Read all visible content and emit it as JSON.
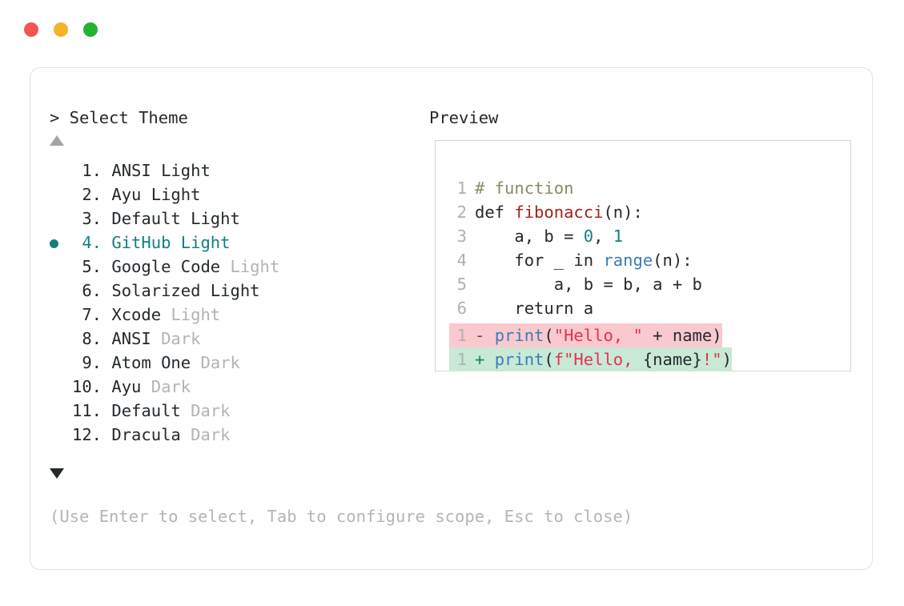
{
  "window": {
    "dots": [
      {
        "name": "close-dot",
        "color": "#f1564f"
      },
      {
        "name": "minimize-dot",
        "color": "#f5b32a"
      },
      {
        "name": "maximize-dot",
        "color": "#22b431"
      }
    ]
  },
  "panel": {
    "prompt_header": "> Select Theme",
    "preview_header": "Preview",
    "scroll_up_glyph": "▲",
    "scroll_down_glyph": "▼",
    "footer_hint": "(Use Enter to select, Tab to configure scope, Esc to close)",
    "selected_index": 4,
    "selection_bullet": "●"
  },
  "themes": [
    {
      "num": " 1. ",
      "name": "ANSI",
      "variant": "Light",
      "variant_dim": false,
      "selected": false
    },
    {
      "num": " 2. ",
      "name": "Ayu",
      "variant": "Light",
      "variant_dim": false,
      "selected": false
    },
    {
      "num": " 3. ",
      "name": "Default",
      "variant": "Light",
      "variant_dim": false,
      "selected": false
    },
    {
      "num": " 4. ",
      "name": "GitHub",
      "variant": "Light",
      "variant_dim": false,
      "selected": true
    },
    {
      "num": " 5. ",
      "name": "Google Code",
      "variant": "Light",
      "variant_dim": true,
      "selected": false
    },
    {
      "num": " 6. ",
      "name": "Solarized",
      "variant": "Light",
      "variant_dim": false,
      "selected": false
    },
    {
      "num": " 7. ",
      "name": "Xcode",
      "variant": "Light",
      "variant_dim": true,
      "selected": false
    },
    {
      "num": " 8. ",
      "name": "ANSI",
      "variant": "Dark",
      "variant_dim": true,
      "selected": false
    },
    {
      "num": " 9. ",
      "name": "Atom One",
      "variant": "Dark",
      "variant_dim": true,
      "selected": false
    },
    {
      "num": "10. ",
      "name": "Ayu",
      "variant": "Dark",
      "variant_dim": true,
      "selected": false
    },
    {
      "num": "11. ",
      "name": "Default",
      "variant": "Dark",
      "variant_dim": true,
      "selected": false
    },
    {
      "num": "12. ",
      "name": "Dracula",
      "variant": "Dark",
      "variant_dim": true,
      "selected": false
    }
  ],
  "preview": {
    "code_lines": [
      {
        "gutter": "1",
        "tokens": [
          {
            "t": "# function",
            "c": "tok-comment"
          }
        ]
      },
      {
        "gutter": "2",
        "tokens": [
          {
            "t": "def ",
            "c": "tok-plain"
          },
          {
            "t": "fibonacci",
            "c": "tok-fn"
          },
          {
            "t": "(n):",
            "c": "tok-plain"
          }
        ]
      },
      {
        "gutter": "3",
        "tokens": [
          {
            "t": "    a, b = ",
            "c": "tok-plain"
          },
          {
            "t": "0",
            "c": "tok-num"
          },
          {
            "t": ", ",
            "c": "tok-plain"
          },
          {
            "t": "1",
            "c": "tok-num"
          }
        ]
      },
      {
        "gutter": "4",
        "tokens": [
          {
            "t": "    for _ in ",
            "c": "tok-plain"
          },
          {
            "t": "range",
            "c": "tok-builtin"
          },
          {
            "t": "(n):",
            "c": "tok-plain"
          }
        ]
      },
      {
        "gutter": "5",
        "tokens": [
          {
            "t": "        a, b = b, a + b",
            "c": "tok-plain"
          }
        ]
      },
      {
        "gutter": "6",
        "tokens": [
          {
            "t": "    return a",
            "c": "tok-plain"
          }
        ]
      }
    ],
    "diff_lines": [
      {
        "gutter": "1",
        "marker": "-",
        "marker_class": "tok-minus",
        "bg_class": "diff-del",
        "tokens": [
          {
            "t": "print",
            "c": "tok-builtin"
          },
          {
            "t": "(",
            "c": "tok-plain"
          },
          {
            "t": "\"Hello, \"",
            "c": "tok-str"
          },
          {
            "t": " + name)",
            "c": "tok-plain"
          }
        ]
      },
      {
        "gutter": "1",
        "marker": "+",
        "marker_class": "tok-plus",
        "bg_class": "diff-add",
        "tokens": [
          {
            "t": "print",
            "c": "tok-builtin"
          },
          {
            "t": "(",
            "c": "tok-plain"
          },
          {
            "t": "f\"Hello, ",
            "c": "tok-str"
          },
          {
            "t": "{name}",
            "c": "tok-plain"
          },
          {
            "t": "!\"",
            "c": "tok-str"
          },
          {
            "t": ")",
            "c": "tok-plain"
          }
        ]
      }
    ]
  }
}
